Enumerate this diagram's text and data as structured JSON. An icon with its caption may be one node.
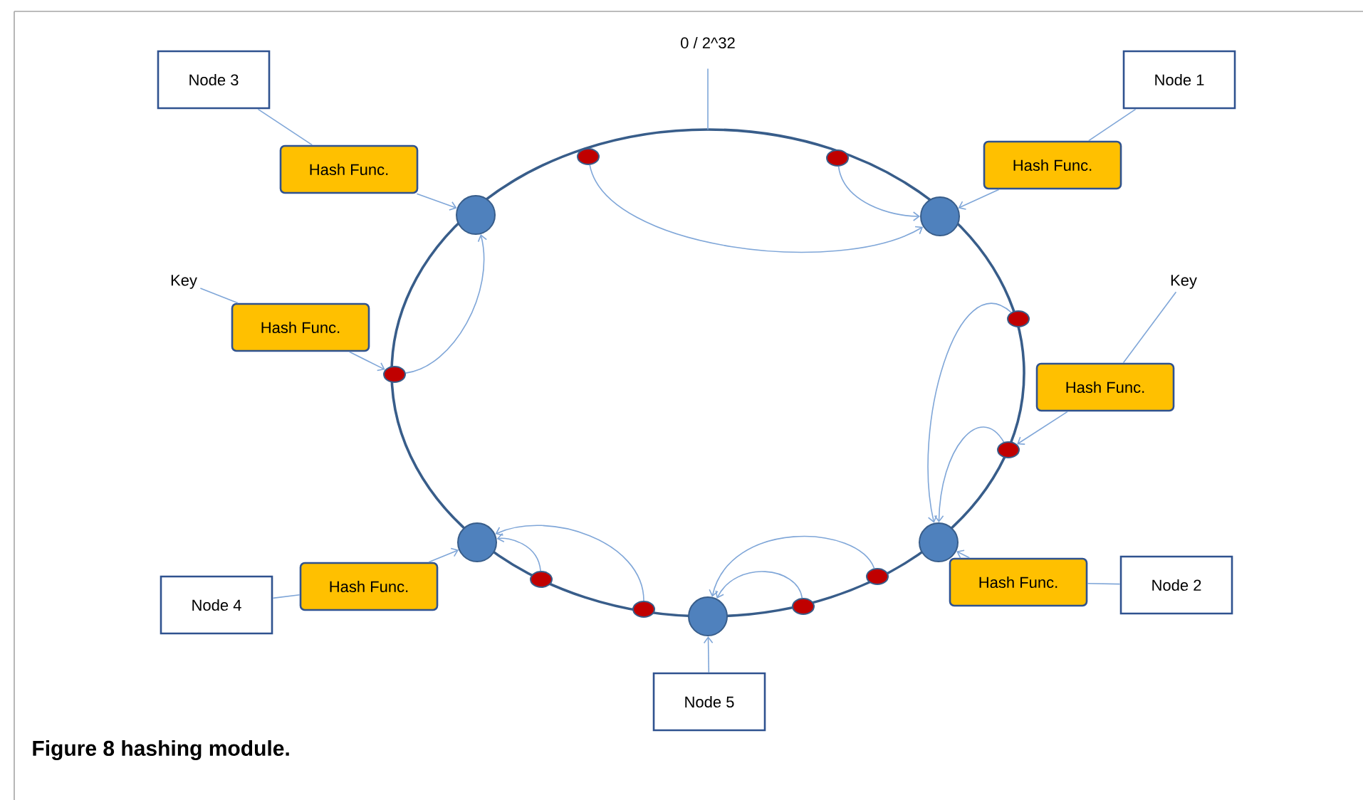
{
  "diagram": {
    "caption": "Figure 8 hashing module.",
    "nodes": [
      {
        "text": [
          "0 / 2^32"
        ]
      },
      {
        "text": [
          "Node 3"
        ]
      },
      {
        "text": [
          "Node 1"
        ]
      },
      {
        "text": [
          "Hash Func."
        ]
      },
      {
        "text": [
          "Hash Func."
        ]
      },
      {
        "text": [
          "Key"
        ]
      },
      {
        "text": [
          "Key"
        ]
      },
      {
        "text": [
          "Hash Func."
        ]
      },
      {
        "text": [
          "Hash Func."
        ]
      },
      {
        "text": [
          "Node 4"
        ]
      },
      {
        "text": [
          "Hash Func."
        ]
      },
      {
        "text": [
          "Hash Func."
        ]
      },
      {
        "text": [
          "Node 2"
        ]
      },
      {
        "text": [
          "Node 5"
        ]
      },
      {
        "text": [],
        "shape": "circle"
      },
      {
        "text": [],
        "shape": "circle"
      },
      {
        "text": [],
        "shape": "circle"
      },
      {
        "text": [],
        "shape": "circle"
      },
      {
        "text": [],
        "shape": "circle"
      },
      {
        "text": [],
        "shape": "circle"
      },
      {
        "text": [],
        "shape": "circle"
      },
      {
        "text": [],
        "shape": "circle"
      },
      {
        "text": [],
        "shape": "circle"
      },
      {
        "text": [],
        "shape": "circle"
      },
      {
        "text": [],
        "shape": "circle"
      },
      {
        "text": [],
        "shape": "circle"
      },
      {
        "text": [],
        "shape": "circle"
      },
      {
        "text": [],
        "shape": "circle"
      }
    ],
    "edges": [
      {
        "from": 0,
        "to": null,
        "arrow": "none"
      },
      {
        "from": 1,
        "to": 3,
        "arrow": "none"
      },
      {
        "from": 3,
        "to": 14,
        "arrow": "to"
      },
      {
        "from": 2,
        "to": 4,
        "arrow": "none"
      },
      {
        "from": 4,
        "to": 15,
        "arrow": "to"
      },
      {
        "from": 5,
        "to": 7,
        "arrow": "none"
      },
      {
        "from": 7,
        "to": 22,
        "arrow": "to"
      },
      {
        "from": 6,
        "to": 8,
        "arrow": "none"
      },
      {
        "from": 8,
        "to": 23,
        "arrow": "to"
      },
      {
        "from": 9,
        "to": 10,
        "arrow": "none"
      },
      {
        "from": 10,
        "to": 17,
        "arrow": "to"
      },
      {
        "from": 12,
        "to": 11,
        "arrow": "none"
      },
      {
        "from": 11,
        "to": 16,
        "arrow": "to"
      },
      {
        "from": 13,
        "to": 18,
        "arrow": "to"
      },
      {
        "from": 19,
        "to": 15,
        "arrow": "to"
      },
      {
        "from": 20,
        "to": 15,
        "arrow": "to"
      },
      {
        "from": 22,
        "to": 14,
        "arrow": "to"
      },
      {
        "from": 21,
        "to": 16,
        "arrow": "to"
      },
      {
        "from": 23,
        "to": 16,
        "arrow": "to"
      },
      {
        "from": 24,
        "to": 18,
        "arrow": "to"
      },
      {
        "from": 26,
        "to": 18,
        "arrow": "to"
      },
      {
        "from": 27,
        "to": 17,
        "arrow": "to"
      },
      {
        "from": 25,
        "to": 17,
        "arrow": "to"
      }
    ]
  }
}
